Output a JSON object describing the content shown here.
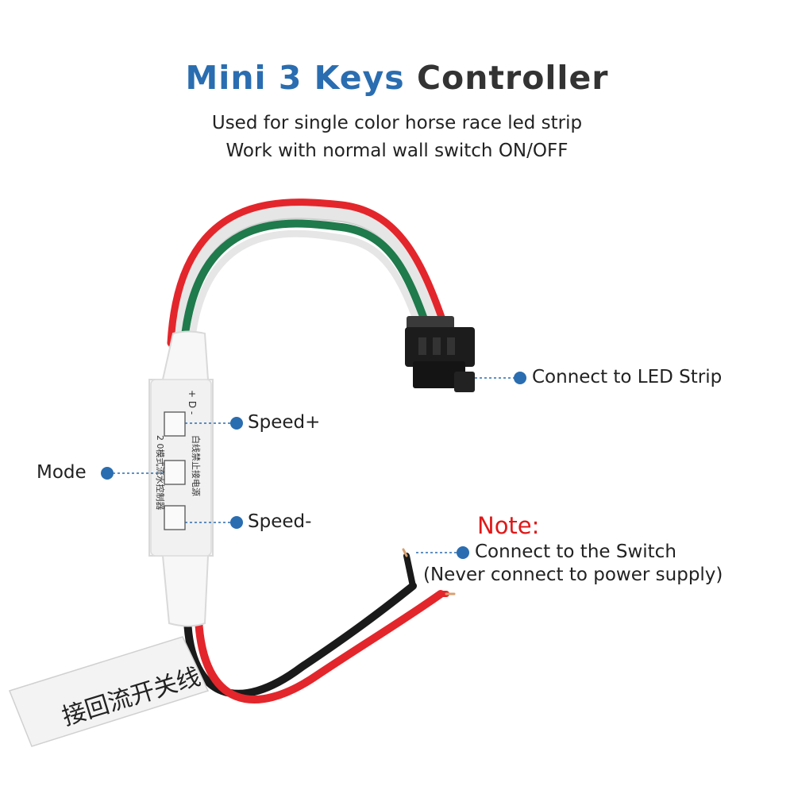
{
  "title": {
    "accent": "Mini 3 Keys",
    "main": "Controller"
  },
  "subtitle": {
    "line1": "Used for single color horse race led strip",
    "line2": "Work  with normal wall switch ON/OFF"
  },
  "callouts": {
    "led_strip": "Connect to LED Strip",
    "speed_plus": "Speed+",
    "mode": "Mode",
    "speed_minus": "Speed-",
    "note": "Note:",
    "switch_line1": "Connect to the Switch",
    "switch_line2": "(Never connect to power supply)"
  },
  "device_print": {
    "pins": "+ D -",
    "text_a": "白线禁止接电源",
    "text_b": "2 0模式流水控制器",
    "tag": "接回流开关线"
  },
  "colors": {
    "title_accent": "#2a6db0",
    "title_dark": "#333333",
    "dot": "#2a6db0",
    "note": "#e01818",
    "wire_red": "#e3262b",
    "wire_green": "#1f7a4c",
    "wire_white": "#e6e6e6",
    "wire_black": "#1a1a1a"
  }
}
